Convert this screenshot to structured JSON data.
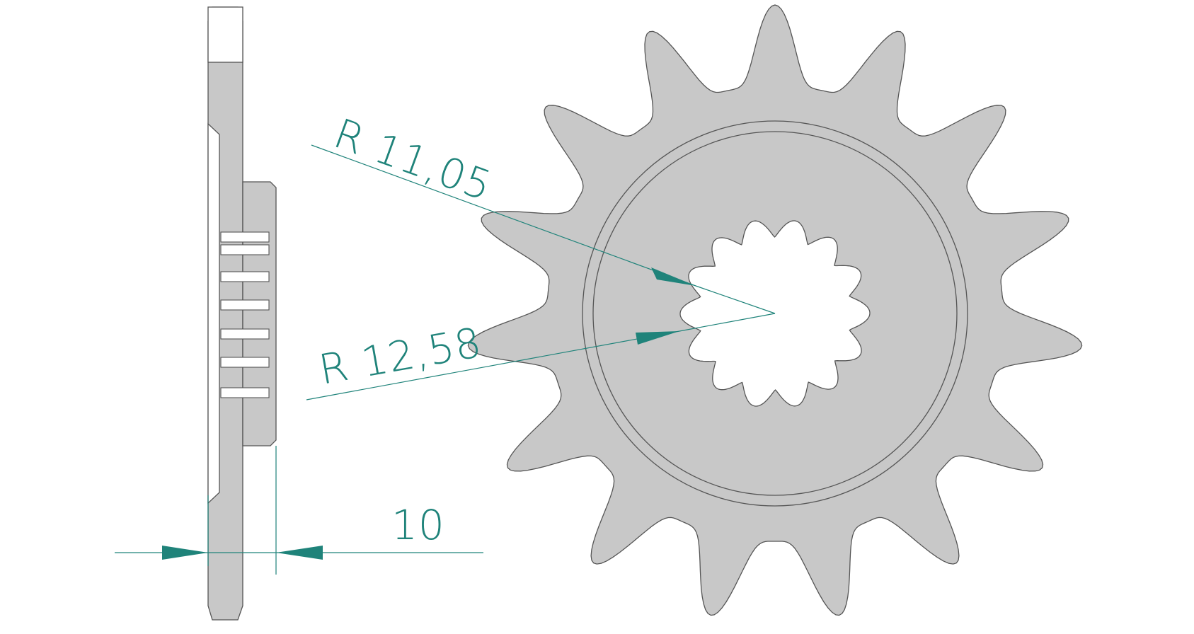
{
  "colors": {
    "background": "#ffffff",
    "part_fill": "#c8c8c8",
    "outline": "#555555",
    "dimension": "#1f837a"
  },
  "sprocket": {
    "teeth": 15,
    "spline_teeth": 14
  },
  "dimensions": {
    "radius_inner": "R  11,05",
    "radius_outer": "R  12,58",
    "thickness": "10"
  }
}
